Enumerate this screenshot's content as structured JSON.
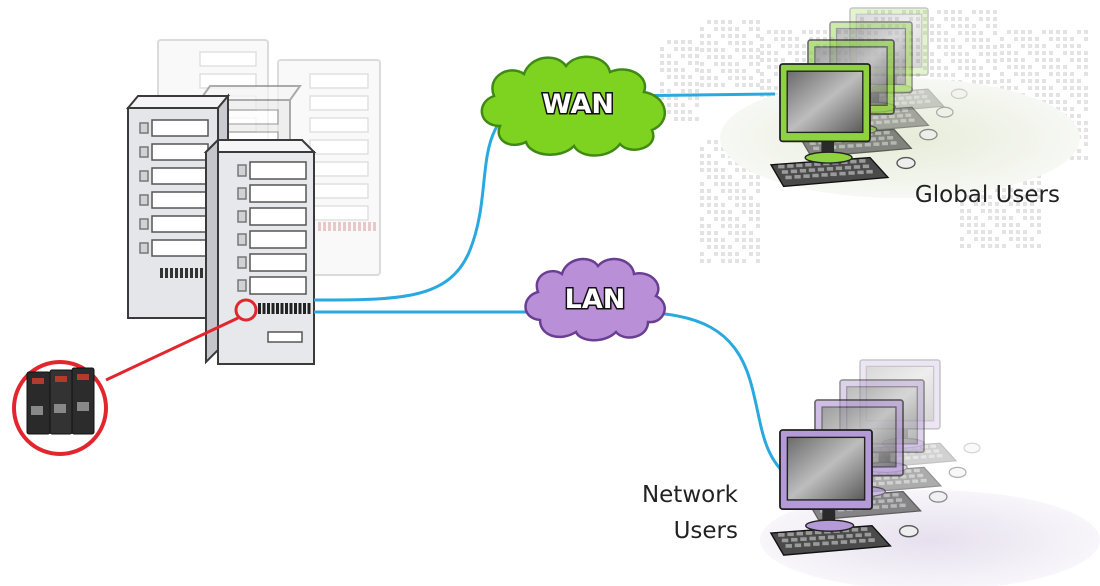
{
  "clouds": {
    "wan": {
      "label": "WAN",
      "color": "#7ed321",
      "outline": "#3f8a16"
    },
    "lan": {
      "label": "LAN",
      "color": "#b990d8",
      "outline": "#6a3e92"
    }
  },
  "users": {
    "global": {
      "label": "Global Users",
      "screen_color": "#8fd13f"
    },
    "network": {
      "label_line1": "Network",
      "label_line2": "Users",
      "screen_color": "#b49ad6"
    }
  },
  "colors": {
    "cable": "#29a9e0",
    "highlight": "#e1262d",
    "server_body": "#e8e9ec",
    "server_outline": "#3a3a3a"
  }
}
